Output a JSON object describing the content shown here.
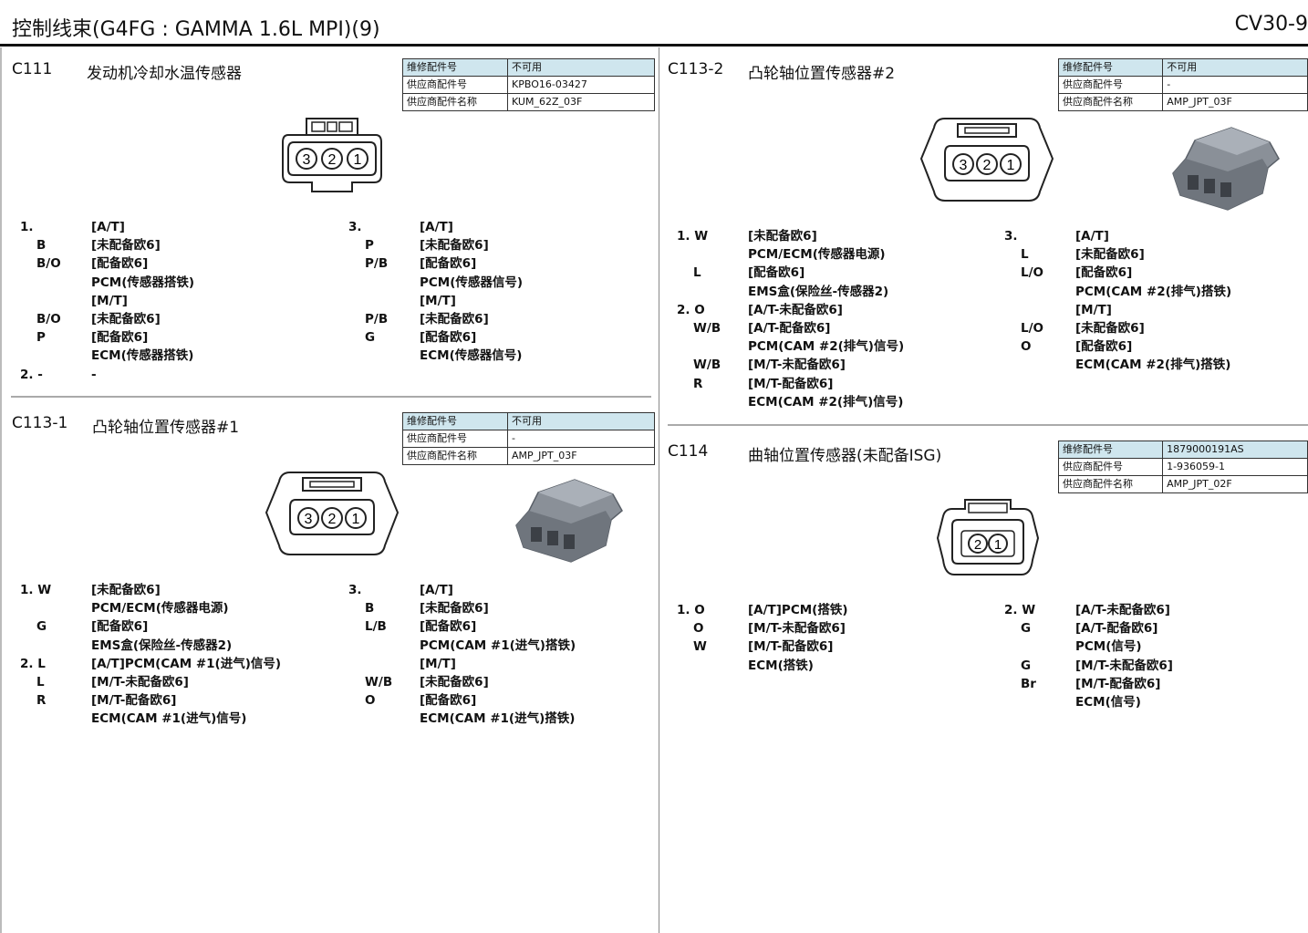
{
  "header": {
    "title": "控制线束(G4FG : GAMMA 1.6L MPI)(9)",
    "code": "CV30-9"
  },
  "table_labels": {
    "service_part": "维修配件号",
    "supplier_part": "供应商配件号",
    "supplier_name": "供应商配件名称"
  },
  "c111": {
    "id": "C111",
    "name": "发动机冷却水温传感器",
    "parts": {
      "service_part": "不可用",
      "supplier_part": "KPBO16-03427",
      "supplier_name": "KUM_62Z_03F"
    },
    "pins": [
      "3",
      "2",
      "1"
    ],
    "col1": [
      {
        "pin": "1.",
        "desc": "[A/T]"
      },
      {
        "pin": "B",
        "desc": "[未配备欧6]"
      },
      {
        "pin": "B/O",
        "desc": "[配备欧6]"
      },
      {
        "pin": "",
        "desc": "PCM(传感器搭铁)"
      },
      {
        "pin": "",
        "desc": "[M/T]"
      },
      {
        "pin": "B/O",
        "desc": "[未配备欧6]"
      },
      {
        "pin": "P",
        "desc": "[配备欧6]"
      },
      {
        "pin": "",
        "desc": "ECM(传感器搭铁)"
      },
      {
        "pin": "2. -",
        "desc": "-"
      }
    ],
    "col2": [
      {
        "pin": "3.",
        "desc": "[A/T]"
      },
      {
        "pin": "P",
        "desc": "[未配备欧6]"
      },
      {
        "pin": "P/B",
        "desc": "[配备欧6]"
      },
      {
        "pin": "",
        "desc": "PCM(传感器信号)"
      },
      {
        "pin": "",
        "desc": "[M/T]"
      },
      {
        "pin": "P/B",
        "desc": "[未配备欧6]"
      },
      {
        "pin": "G",
        "desc": "[配备欧6]"
      },
      {
        "pin": "",
        "desc": "ECM(传感器信号)"
      }
    ]
  },
  "c113_1": {
    "id": "C113-1",
    "name": "凸轮轴位置传感器#1",
    "parts": {
      "service_part": "不可用",
      "supplier_part": "-",
      "supplier_name": "AMP_JPT_03F"
    },
    "pins": [
      "3",
      "2",
      "1"
    ],
    "col1": [
      {
        "pin": "1. W",
        "desc": "[未配备欧6]"
      },
      {
        "pin": "",
        "desc": "PCM/ECM(传感器电源)"
      },
      {
        "pin": "G",
        "desc": "[配备欧6]"
      },
      {
        "pin": "",
        "desc": "EMS盒(保险丝-传感器2)"
      },
      {
        "pin": "2. L",
        "desc": "[A/T]PCM(CAM #1(进气)信号)"
      },
      {
        "pin": "L",
        "desc": "[M/T-未配备欧6]"
      },
      {
        "pin": "R",
        "desc": "[M/T-配备欧6]"
      },
      {
        "pin": "",
        "desc": "ECM(CAM #1(进气)信号)"
      }
    ],
    "col2": [
      {
        "pin": "3.",
        "desc": "[A/T]"
      },
      {
        "pin": "B",
        "desc": "[未配备欧6]"
      },
      {
        "pin": "L/B",
        "desc": "[配备欧6]"
      },
      {
        "pin": "",
        "desc": "PCM(CAM #1(进气)搭铁)"
      },
      {
        "pin": "",
        "desc": "[M/T]"
      },
      {
        "pin": "W/B",
        "desc": "[未配备欧6]"
      },
      {
        "pin": "O",
        "desc": "[配备欧6]"
      },
      {
        "pin": "",
        "desc": "ECM(CAM #1(进气)搭铁)"
      }
    ]
  },
  "c113_2": {
    "id": "C113-2",
    "name": "凸轮轴位置传感器#2",
    "parts": {
      "service_part": "不可用",
      "supplier_part": "-",
      "supplier_name": "AMP_JPT_03F"
    },
    "pins": [
      "3",
      "2",
      "1"
    ],
    "col1": [
      {
        "pin": "1. W",
        "desc": "[未配备欧6]"
      },
      {
        "pin": "",
        "desc": "PCM/ECM(传感器电源)"
      },
      {
        "pin": "L",
        "desc": "[配备欧6]"
      },
      {
        "pin": "",
        "desc": "EMS盒(保险丝-传感器2)"
      },
      {
        "pin": "2. O",
        "desc": "[A/T-未配备欧6]"
      },
      {
        "pin": "W/B",
        "desc": "[A/T-配备欧6]"
      },
      {
        "pin": "",
        "desc": "PCM(CAM #2(排气)信号)"
      },
      {
        "pin": "W/B",
        "desc": "[M/T-未配备欧6]"
      },
      {
        "pin": "R",
        "desc": "[M/T-配备欧6]"
      },
      {
        "pin": "",
        "desc": "ECM(CAM #2(排气)信号)"
      }
    ],
    "col2": [
      {
        "pin": "3.",
        "desc": "[A/T]"
      },
      {
        "pin": "L",
        "desc": "[未配备欧6]"
      },
      {
        "pin": "L/O",
        "desc": "[配备欧6]"
      },
      {
        "pin": "",
        "desc": "PCM(CAM #2(排气)搭铁)"
      },
      {
        "pin": "",
        "desc": "[M/T]"
      },
      {
        "pin": "L/O",
        "desc": "[未配备欧6]"
      },
      {
        "pin": "O",
        "desc": "[配备欧6]"
      },
      {
        "pin": "",
        "desc": "ECM(CAM #2(排气)搭铁)"
      }
    ]
  },
  "c114": {
    "id": "C114",
    "name": "曲轴位置传感器(未配备ISG)",
    "parts": {
      "service_part": "1879000191AS",
      "supplier_part": "1-936059-1",
      "supplier_name": "AMP_JPT_02F"
    },
    "pins": [
      "2",
      "1"
    ],
    "col1": [
      {
        "pin": "1. O",
        "desc": "[A/T]PCM(搭铁)"
      },
      {
        "pin": "O",
        "desc": "[M/T-未配备欧6]"
      },
      {
        "pin": "W",
        "desc": "[M/T-配备欧6]"
      },
      {
        "pin": "",
        "desc": "ECM(搭铁)"
      }
    ],
    "col2": [
      {
        "pin": "2. W",
        "desc": "[A/T-未配备欧6]"
      },
      {
        "pin": "G",
        "desc": "[A/T-配备欧6]"
      },
      {
        "pin": "",
        "desc": "PCM(信号)"
      },
      {
        "pin": "G",
        "desc": "[M/T-未配备欧6]"
      },
      {
        "pin": "Br",
        "desc": "[M/T-配备欧6]"
      },
      {
        "pin": "",
        "desc": "ECM(信号)"
      }
    ]
  }
}
